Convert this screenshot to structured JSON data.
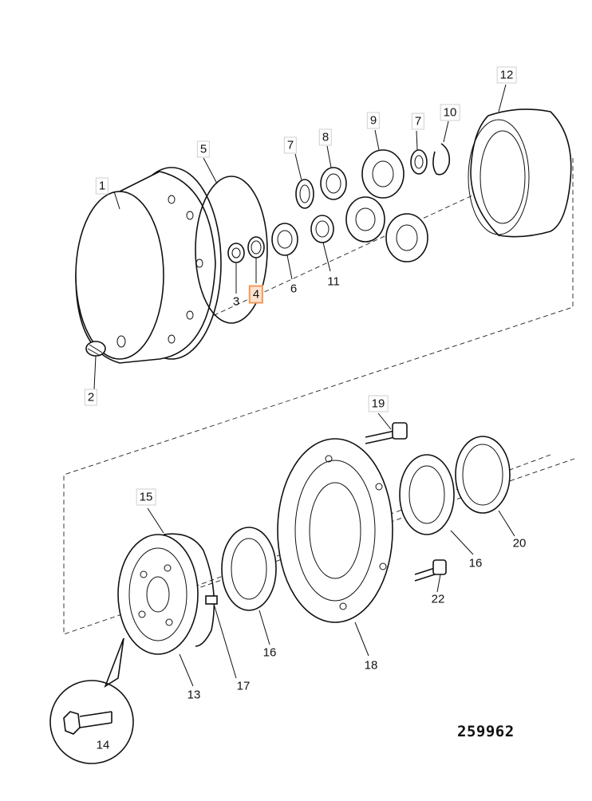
{
  "diagram": {
    "drawing_number": "259962",
    "selected_callout": "4",
    "callouts": [
      {
        "id": "1",
        "boxed": true
      },
      {
        "id": "2",
        "boxed": true
      },
      {
        "id": "3",
        "boxed": false
      },
      {
        "id": "4",
        "boxed": true
      },
      {
        "id": "5",
        "boxed": true
      },
      {
        "id": "6",
        "boxed": false
      },
      {
        "id": "7",
        "boxed": true
      },
      {
        "id": "8",
        "boxed": true
      },
      {
        "id": "9",
        "boxed": true
      },
      {
        "id": "7b",
        "text": "7",
        "boxed": true
      },
      {
        "id": "10",
        "boxed": true
      },
      {
        "id": "11",
        "boxed": false
      },
      {
        "id": "12",
        "boxed": true
      },
      {
        "id": "13",
        "boxed": false
      },
      {
        "id": "14",
        "boxed": false
      },
      {
        "id": "15",
        "boxed": true
      },
      {
        "id": "16",
        "boxed": false
      },
      {
        "id": "16b",
        "text": "16",
        "boxed": false
      },
      {
        "id": "17",
        "boxed": false
      },
      {
        "id": "18",
        "boxed": false
      },
      {
        "id": "19",
        "boxed": true
      },
      {
        "id": "20",
        "boxed": false
      },
      {
        "id": "22",
        "boxed": false
      }
    ]
  }
}
